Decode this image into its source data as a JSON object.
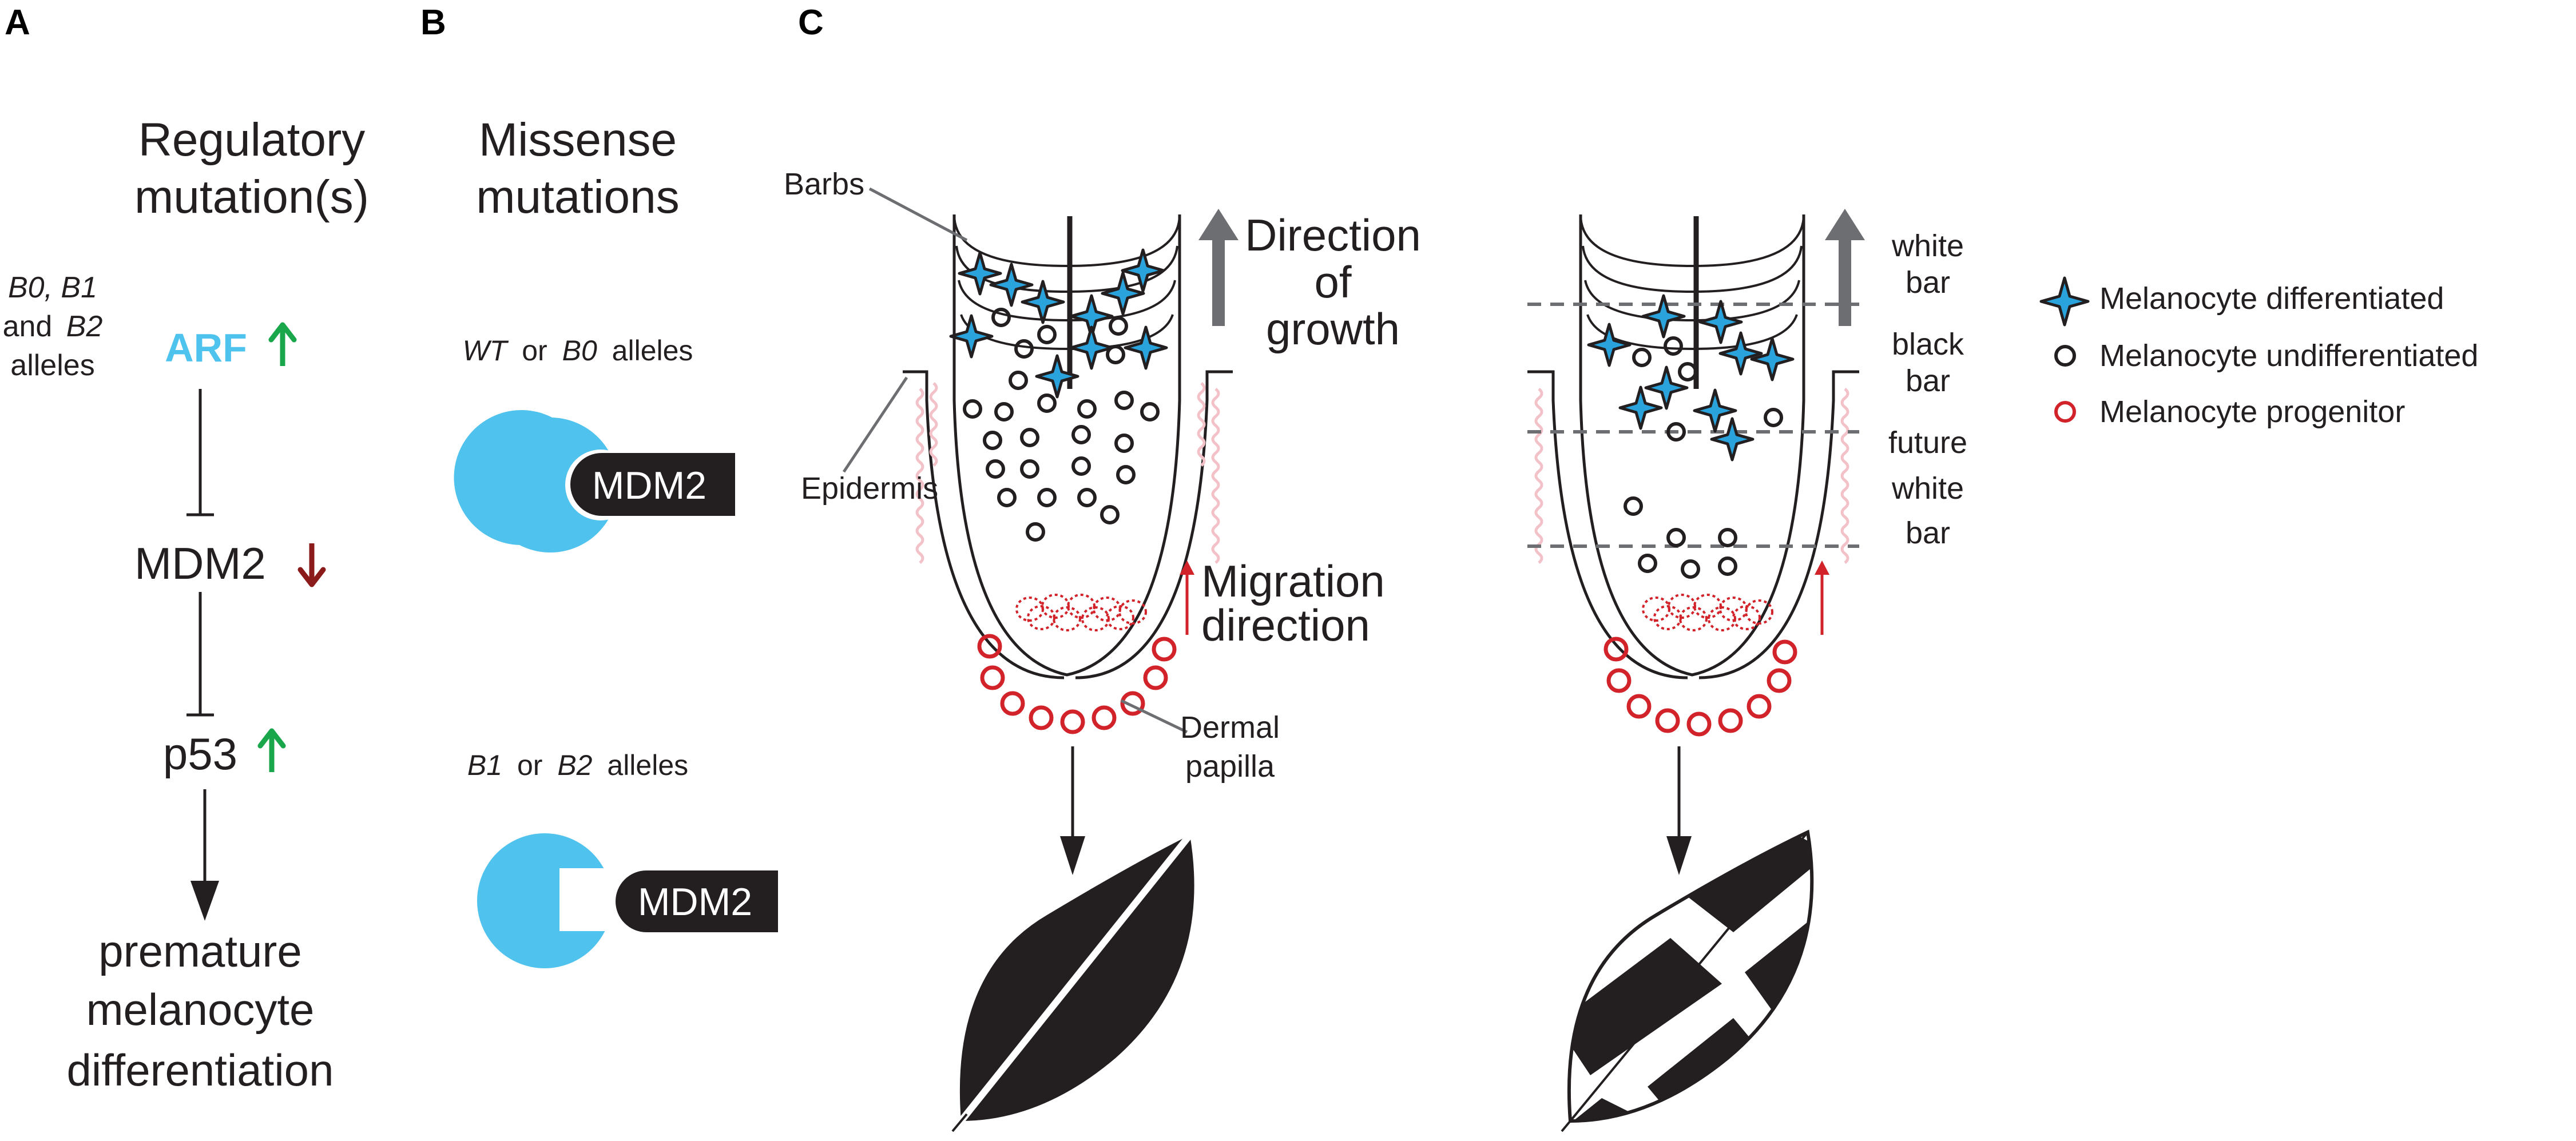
{
  "panels": {
    "a": "A",
    "b": "B",
    "c": "C"
  },
  "panel_a": {
    "title_line1": "Regulatory",
    "title_line2": "mutation(s)",
    "alleles_line1": "B0, B1",
    "alleles_line2_and": "and",
    "alleles_line2_b2": "B2",
    "alleles_line3": "alleles",
    "arf_label": "ARF",
    "mdm2_label": "MDM2",
    "p53_label": "p53",
    "outcome_line1": "premature",
    "outcome_line2": "melanocyte",
    "outcome_line3": "differentiation"
  },
  "panel_b": {
    "title_line1": "Missense",
    "title_line2": "mutations",
    "group1_allele1": "WT",
    "group1_or": "or",
    "group1_allele2": "B0",
    "group1_suffix": "alleles",
    "group1_protein": "MDM2",
    "group2_allele1": "B1",
    "group2_or": "or",
    "group2_allele2": "B2",
    "group2_suffix": "alleles",
    "group2_protein": "MDM2"
  },
  "panel_c": {
    "barbs": "Barbs",
    "direction_line1": "Direction",
    "direction_line2": "of",
    "direction_line3": "growth",
    "epidermis": "Epidermis",
    "migration_line1": "Migration",
    "migration_line2": "direction",
    "dermal_line1": "Dermal",
    "dermal_line2": "papilla",
    "white_bar_line1": "white",
    "white_bar_line2": "bar",
    "black_bar_line1": "black",
    "black_bar_line2": "bar",
    "future_line1": "future",
    "future_line2": "white",
    "future_line3": "bar"
  },
  "legend": {
    "differentiated": "Melanocyte differentiated",
    "undifferentiated": "Melanocyte undifferentiated",
    "progenitor": "Melanocyte progenitor"
  },
  "colors": {
    "arf_blue": "#4ec3ee",
    "up_green": "#1aa64b",
    "down_red": "#8b1a1a",
    "progenitor_red": "#d2232a",
    "epidermis_pink": "#f3c1c8",
    "melanocyte_blue": "#2aa3dc",
    "protein_blue": "#4fc3ee",
    "mdm2_black": "#231f20",
    "arrow_grey": "#6d6e71"
  },
  "icons": {
    "up_arrow": "up-arrow-icon",
    "down_arrow": "down-arrow-icon",
    "inhibition": "inhibition-bar-icon",
    "star": "melanocyte-star-icon",
    "circle": "circle-icon",
    "feather": "feather-icon"
  }
}
